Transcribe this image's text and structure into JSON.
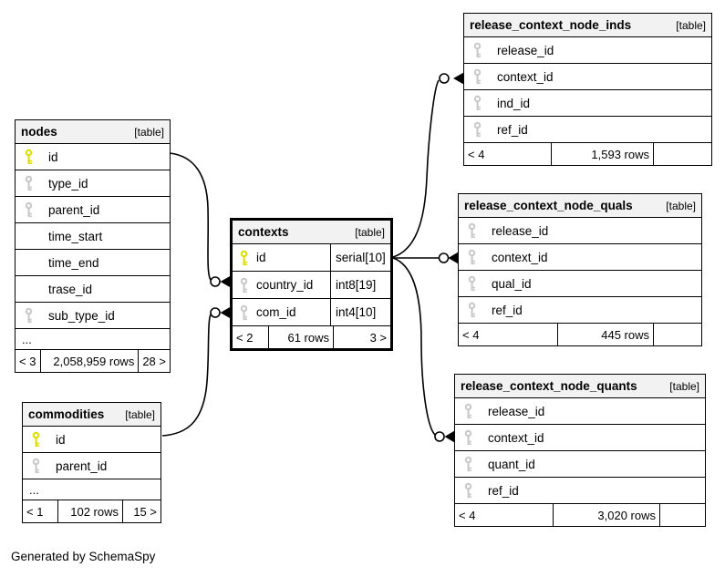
{
  "page": {
    "footer_note": "Generated by SchemaSpy"
  },
  "colors": {
    "primary_key": "#dedf00",
    "foreign_key": "#c9c9c9",
    "header_bg": "#f2f2f2",
    "border": "#000000",
    "row_bg": "#ffffff"
  },
  "tables": {
    "nodes": {
      "name": "nodes",
      "tag": "[table]",
      "columns": [
        {
          "name": "id",
          "key": "pk"
        },
        {
          "name": "type_id",
          "key": "fk"
        },
        {
          "name": "parent_id",
          "key": "fk"
        },
        {
          "name": "time_start",
          "key": ""
        },
        {
          "name": "time_end",
          "key": ""
        },
        {
          "name": "trase_id",
          "key": ""
        },
        {
          "name": "sub_type_id",
          "key": "fk"
        }
      ],
      "ellipsis": "...",
      "footer": {
        "left": "< 3",
        "mid": "2,058,959 rows",
        "right": "28 >"
      }
    },
    "commodities": {
      "name": "commodities",
      "tag": "[table]",
      "columns": [
        {
          "name": "id",
          "key": "pk"
        },
        {
          "name": "parent_id",
          "key": "fk"
        }
      ],
      "ellipsis": "...",
      "footer": {
        "left": "< 1",
        "mid": "102 rows",
        "right": "15 >"
      }
    },
    "contexts": {
      "name": "contexts",
      "tag": "[table]",
      "columns": [
        {
          "name": "id",
          "type": "serial[10]",
          "key": "pk"
        },
        {
          "name": "country_id",
          "type": "int8[19]",
          "key": "fk"
        },
        {
          "name": "com_id",
          "type": "int4[10]",
          "key": "fk"
        }
      ],
      "footer": {
        "left": "< 2",
        "mid": "61 rows",
        "right": "3 >"
      }
    },
    "release_context_node_inds": {
      "name": "release_context_node_inds",
      "tag": "[table]",
      "columns": [
        {
          "name": "release_id",
          "key": "fk"
        },
        {
          "name": "context_id",
          "key": "fk"
        },
        {
          "name": "ind_id",
          "key": "fk"
        },
        {
          "name": "ref_id",
          "key": "fk"
        }
      ],
      "footer": {
        "left": "< 4",
        "mid": "1,593 rows",
        "right": ""
      }
    },
    "release_context_node_quals": {
      "name": "release_context_node_quals",
      "tag": "[table]",
      "columns": [
        {
          "name": "release_id",
          "key": "fk"
        },
        {
          "name": "context_id",
          "key": "fk"
        },
        {
          "name": "qual_id",
          "key": "fk"
        },
        {
          "name": "ref_id",
          "key": "fk"
        }
      ],
      "footer": {
        "left": "< 4",
        "mid": "445 rows",
        "right": ""
      }
    },
    "release_context_node_quants": {
      "name": "release_context_node_quants",
      "tag": "[table]",
      "columns": [
        {
          "name": "release_id",
          "key": "fk"
        },
        {
          "name": "context_id",
          "key": "fk"
        },
        {
          "name": "quant_id",
          "key": "fk"
        },
        {
          "name": "ref_id",
          "key": "fk"
        }
      ],
      "footer": {
        "left": "< 4",
        "mid": "3,020 rows",
        "right": ""
      }
    }
  },
  "relationships": [
    {
      "line_from": "nodes.id",
      "marker_at": "contexts.country_id"
    },
    {
      "line_from": "commodities.id",
      "marker_at": "contexts.com_id"
    },
    {
      "line_from": "contexts.id",
      "marker_at": "release_context_node_inds.context_id"
    },
    {
      "line_from": "contexts.id",
      "marker_at": "release_context_node_quals.context_id"
    },
    {
      "line_from": "contexts.id",
      "marker_at": "release_context_node_quants.context_id"
    }
  ]
}
